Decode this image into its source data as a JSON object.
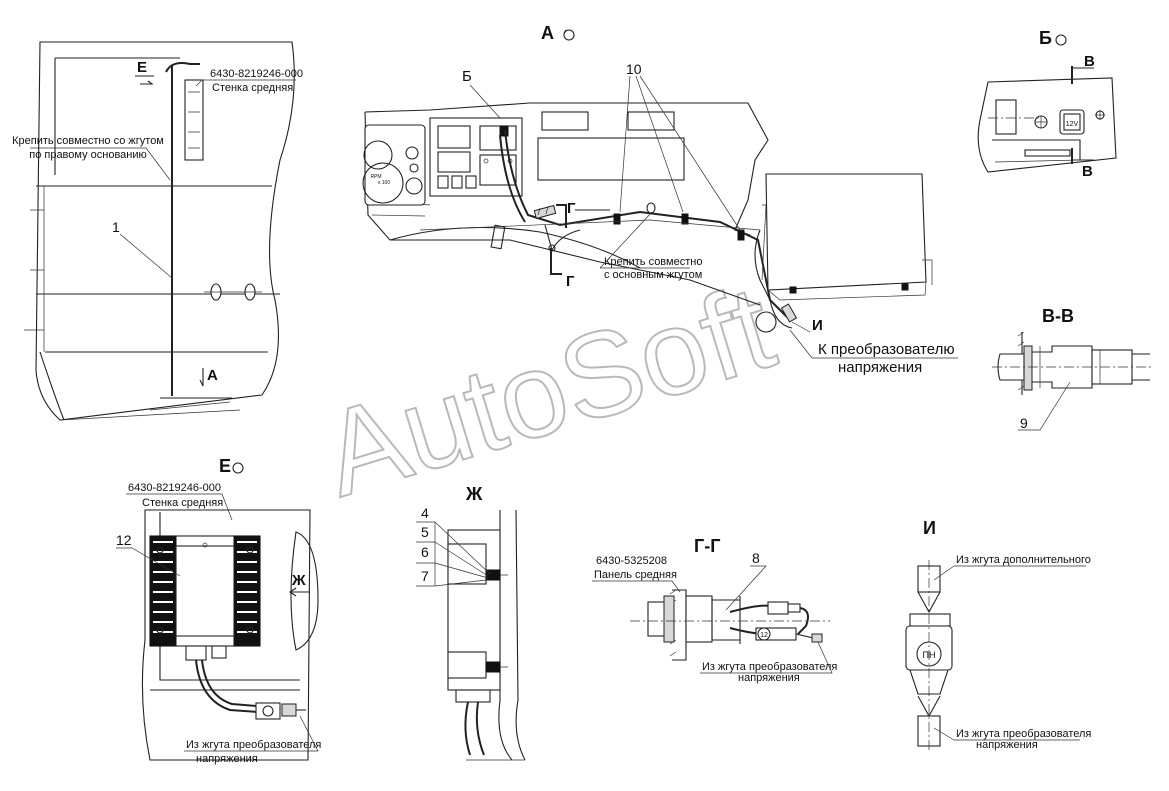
{
  "views": {
    "A": "А",
    "B": "Б",
    "E": "Е",
    "Zh": "Ж",
    "GG": "Г-Г",
    "VV": "В-В",
    "I": "И"
  },
  "markers": {
    "E": "Е",
    "A": "А",
    "B": "Б",
    "V": "В",
    "G": "Г",
    "I": "И"
  },
  "labels": {
    "wall_part_no": "6430-8219246-000",
    "wall_name": "Стенка средняя",
    "fix_with_harness_line1": "Крепить совместно со жгутом",
    "fix_with_harness_line2": "по правому основанию",
    "fix_main_line1": "Крепить совместно",
    "fix_main_line2": "с основным жгутом",
    "to_converter_line1": "К преобразователю",
    "to_converter_line2": "напряжения",
    "panel_part_no": "6430-5325208",
    "panel_name": "Панель средняя",
    "from_converter_line1": "Из жгута преобразователя",
    "from_converter_line2": "напряжения",
    "from_additional": "Из жгута дополнительного",
    "switch_text": "12V",
    "socket_text": "ПН",
    "connector_text": "12",
    "rpm_line1": "RPM",
    "rpm_line2": "x 100"
  },
  "positions": {
    "p1": "1",
    "p4": "4",
    "p5": "5",
    "p6": "6",
    "p7": "7",
    "p8": "8",
    "p9": "9",
    "p10": "10",
    "p12": "12"
  },
  "watermark": "AutoSoft"
}
